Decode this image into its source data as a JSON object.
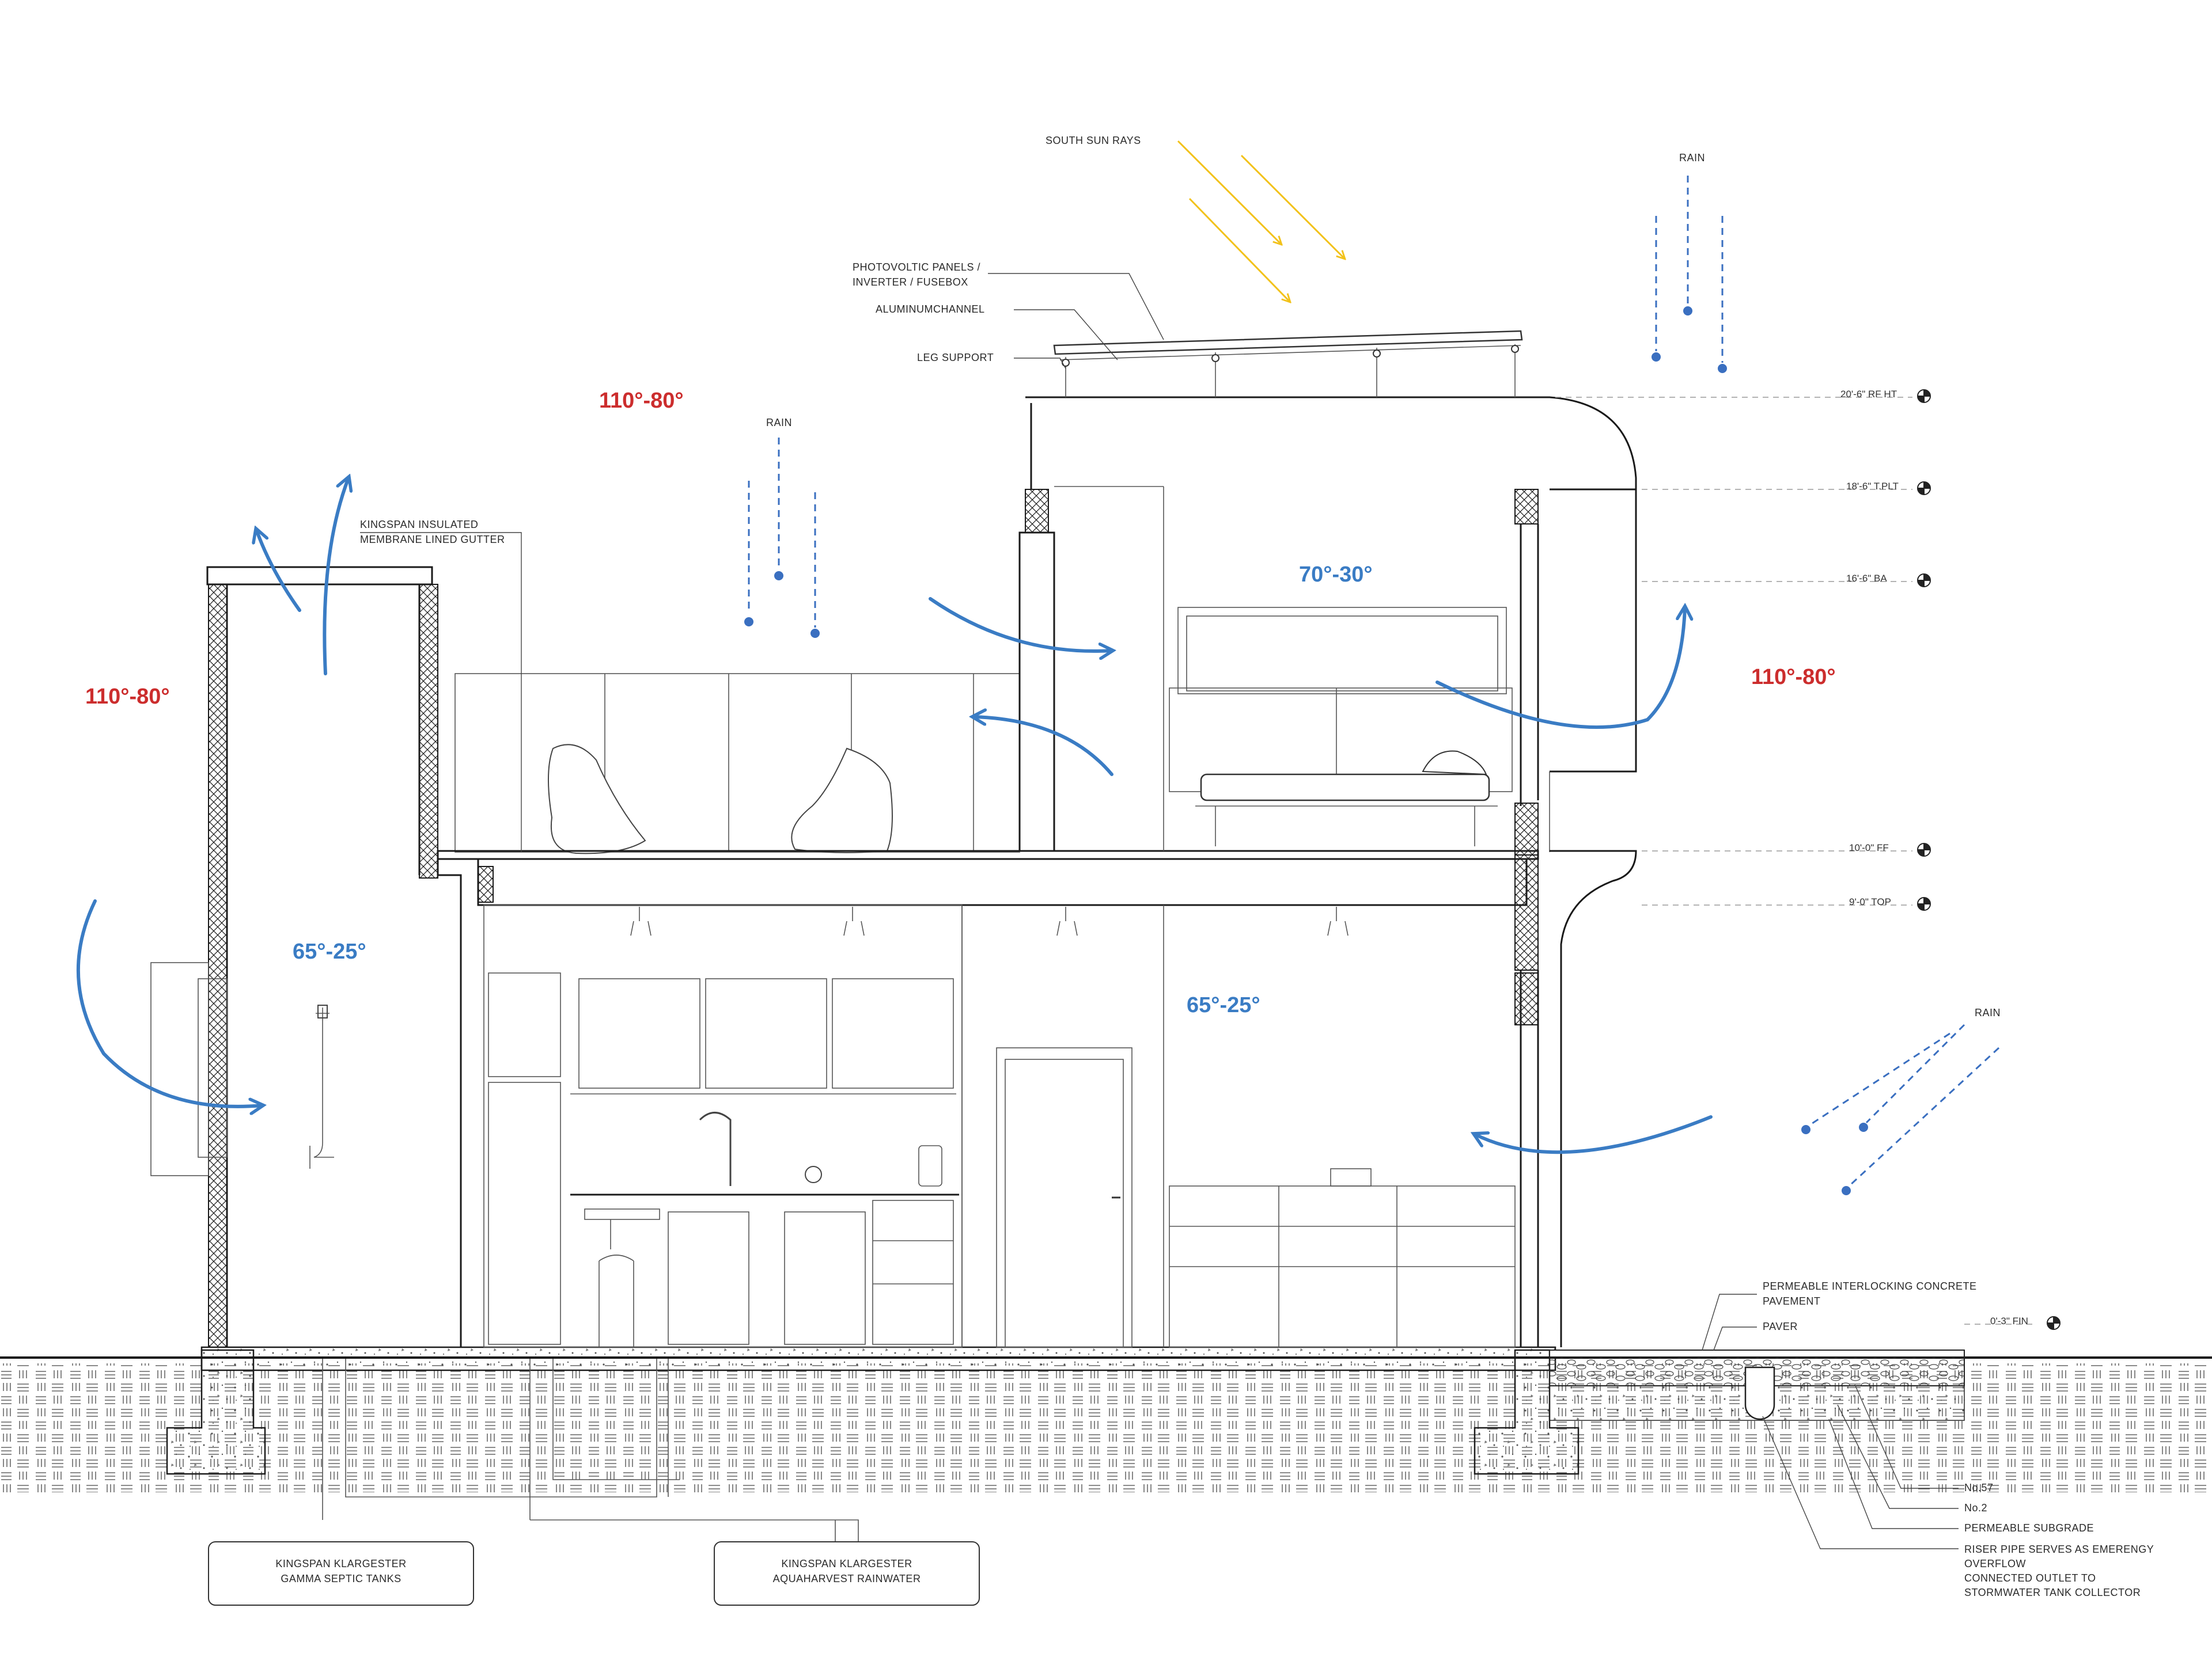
{
  "labels": {
    "south_sun_rays": "SOUTH  SUN RAYS",
    "pv_line1": "PHOTOVOLTIC PANELS /",
    "pv_line2": "INVERTER / FUSEBOX",
    "aluminum_channel": "ALUMINUMCHANNEL",
    "leg_support": "LEG SUPPORT",
    "rain_top_right": "RAIN",
    "rain_mid": "RAIN",
    "rain_right": "RAIN",
    "gutter_line1": "KINGSPAN INSULATED",
    "gutter_line2": "MEMBRANE LINED GUTTER",
    "paver_line1": "PERMEABLE INTERLOCKING CONCRETE",
    "paver_line2": "PAVEMENT",
    "paver": "PAVER",
    "no57": "No.57",
    "no2": "No.2",
    "permeable_subgrade": "PERMEABLE SUBGRADE",
    "riser_line1": "RISER PIPE SERVES AS EMERENGY",
    "riser_line2": "OVERFLOW",
    "riser_line3": "CONNECTED OUTLET TO",
    "riser_line4": "STORMWATER TANK COLLECTOR"
  },
  "tanks": {
    "septic_line1": "KINGSPAN KLARGESTER",
    "septic_line2": "GAMMA SEPTIC TANKS",
    "rainwater_line1": "KINGSPAN  KLARGESTER",
    "rainwater_line2": "AQUAHARVEST RAINWATER"
  },
  "levels": {
    "rf_ht": "20'-6\" RF HT",
    "t_plt": "18'-6\" T.PLT",
    "ba": "16'-6\" BA",
    "ff": "10'-0\" FF",
    "top": "9'-0\" TOP",
    "fin": "0'-3\" FIN"
  },
  "temperatures": {
    "roof_center": "110°-80°",
    "left_exterior": "110°-80°",
    "right_exterior": "110°-80°",
    "bedroom": "70°-30°",
    "bathroom": "65°-25°",
    "kitchen": "65°-25°"
  },
  "colors": {
    "hot": "#cc2d2d",
    "cool": "#3a7cc4",
    "rain": "#3a6fc0",
    "sun": "#f2c21b"
  }
}
